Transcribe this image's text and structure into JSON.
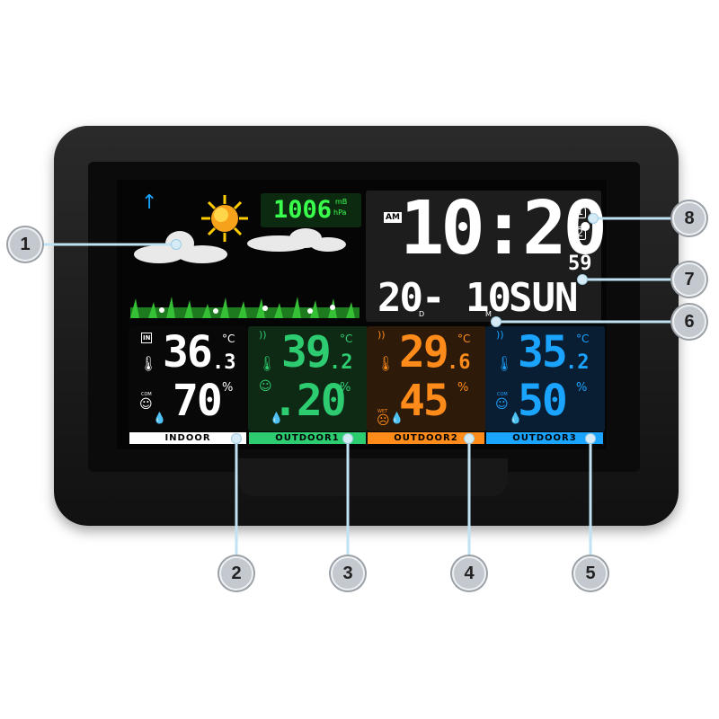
{
  "pressure": {
    "value": "1006",
    "unit_top": "mB",
    "unit_bottom": "hPa"
  },
  "clock": {
    "ampm": "AM",
    "time": "10:20",
    "seconds": "59",
    "date": "20- 10",
    "day_sub": "D",
    "month_sub": "M",
    "weekday": "SUN"
  },
  "indoor": {
    "label": "INDOOR",
    "icon_text": "IN",
    "temp": "36",
    "temp_dec": ".3",
    "temp_unit": "°C",
    "comfort": "COM",
    "humidity": "70",
    "hum_unit": "%"
  },
  "outdoor1": {
    "label": "OUTDOOR1",
    "temp": "39",
    "temp_dec": ".2",
    "temp_unit": "°C",
    "humidity": ".20",
    "hum_unit": "%"
  },
  "outdoor2": {
    "label": "OUTDOOR2",
    "temp": "29",
    "temp_dec": ".6",
    "temp_unit": "°C",
    "comfort": "WET",
    "humidity": "45",
    "hum_unit": "%"
  },
  "outdoor3": {
    "label": "OUTDOOR3",
    "temp": "35",
    "temp_dec": ".2",
    "temp_unit": "°C",
    "comfort": "COM",
    "humidity": "50",
    "hum_unit": "%"
  },
  "callouts": [
    "1",
    "2",
    "3",
    "4",
    "5",
    "6",
    "7",
    "8"
  ],
  "colors": {
    "indoor": "#ffffff",
    "outdoor1": "#2ecc71",
    "outdoor2": "#ff8c1a",
    "outdoor3": "#1aa3ff",
    "callout": "#c4c9cf"
  }
}
